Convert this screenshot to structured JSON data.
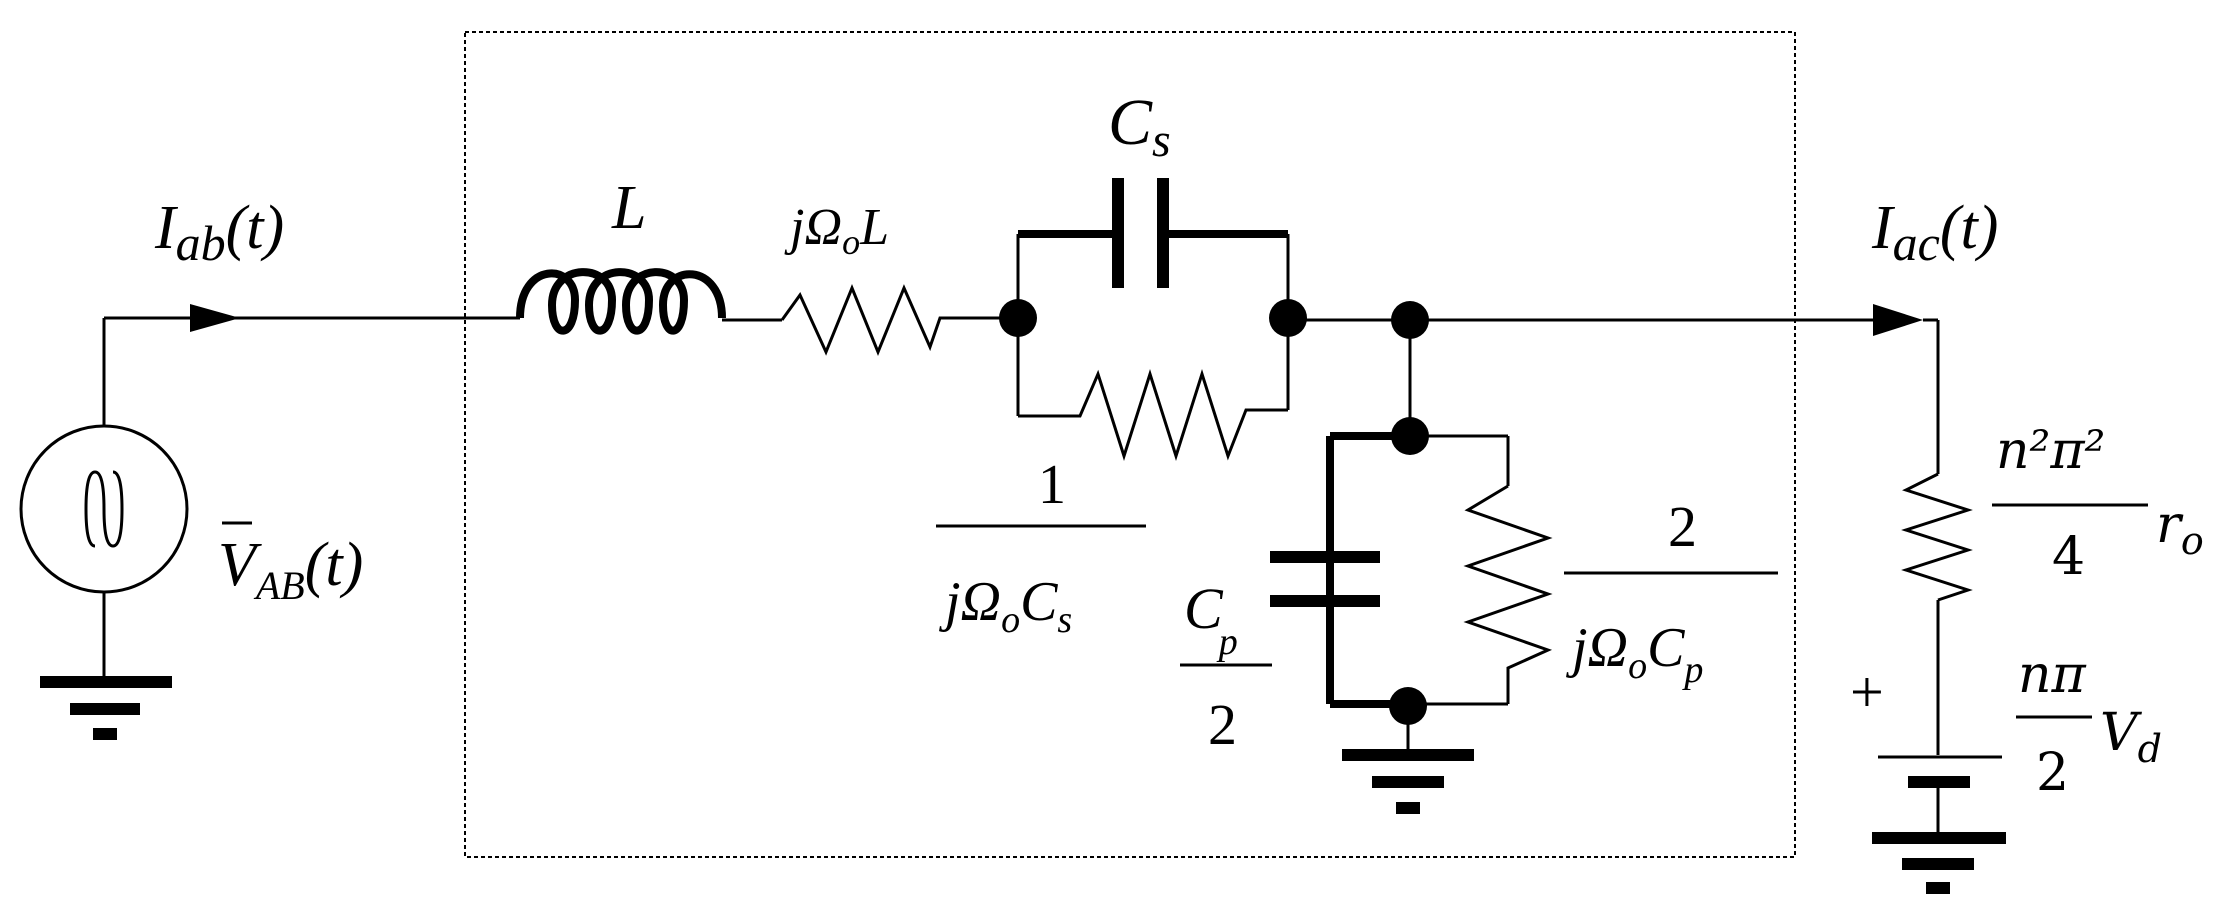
{
  "labels": {
    "source_current": {
      "main": "I",
      "sub": "ab",
      "arg": "(t)"
    },
    "load_current": {
      "main": "I",
      "sub": "ac",
      "arg": "(t)"
    },
    "source_voltage": {
      "main": "V",
      "sub": "AB",
      "arg": "(t)"
    },
    "inductor": "L",
    "series_capacitor": {
      "main": "C",
      "sub": "s"
    },
    "inductor_loss": {
      "pre": "jΩ",
      "sub": "o",
      "post": "L"
    },
    "cs_resistor": {
      "num": "1",
      "den_pre": "jΩ",
      "den_sub1": "o",
      "den_mid": "C",
      "den_sub2": "s"
    },
    "parallel_capacitor": {
      "num_main": "C",
      "num_sub": "p",
      "den": "2"
    },
    "cp_resistor": {
      "num": "2",
      "den_pre": "jΩ",
      "den_sub1": "o",
      "den_mid": "C",
      "den_sub2": "p"
    },
    "load_resistor": {
      "num": "n²π²",
      "den": "4",
      "factor": "r",
      "factor_sub": "o"
    },
    "load_source": {
      "num": "nπ",
      "den": "2",
      "factor": "V",
      "factor_sub": "d"
    },
    "plus_sign": "+"
  }
}
